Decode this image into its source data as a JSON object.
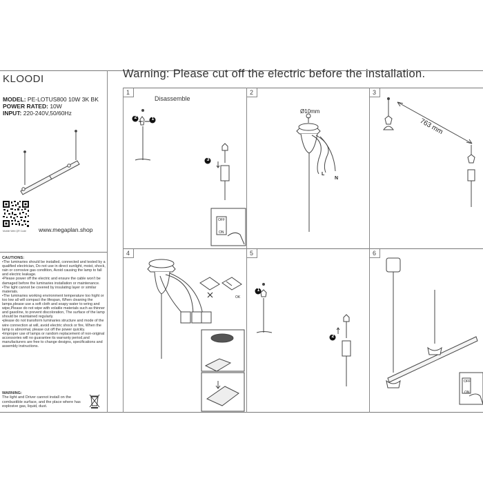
{
  "brand": "KLOODI",
  "specs": {
    "model_label": "MODEL:",
    "model_value": "PE-LOTUS800 10W 3K BK",
    "power_label": "POWER RATED:",
    "power_value": "10W",
    "input_label": "INPUT:",
    "input_value": "220-240V,50/60Hz"
  },
  "website": "www.megaplan.shop",
  "qr_caption": "Mobile Web QR Code",
  "warning": "Warning: Please cut off the electric before the installation.",
  "steps": [
    "1",
    "2",
    "3",
    "4",
    "5",
    "6"
  ],
  "step1_title": "Disassemble",
  "callouts": [
    "2",
    "1",
    "3",
    "1",
    "2"
  ],
  "step2_hole": "Ø10mm",
  "step2_wires": {
    "l": "L",
    "n": "N"
  },
  "step3_length": "763 mm",
  "switch": {
    "off": "OFF",
    "on": "ON"
  },
  "step4_ok": "OK",
  "cautions": {
    "heading": "CAUTIONS:",
    "items": [
      "•The luminaries should be installed, connected and tested by a qualified electrician, Do not use in direct sunlight, moist, shock, rain or corrosive gas condition, Avoid causing the lamp to fall and electric leakage.",
      "•Please power off the electric and ensure the cable won't be damaged before the luminaries installation or maintenance.",
      "•The light cannot be covered by insulating layer or similar materials.",
      "•The luminaries working environment temperature too hight or too low all will compact the lifespan, When cleaning the lamps,please use a soft cloth and soapy water to wring and wipe,Please do not wipe with volatile materials such as thinner and gasoline, to prevent discoloration, The surface of the lamp should be maintained regularly.",
      "•please do not transform luminaries structure and mode of the wire connection at will, avoid electric shock or fire, When the lamp is abnormal, please cut off the power quickly.",
      "•Improper use of lamps or random replacement of non-original accessories will no guarantee its warranty period,and manufacturers are free to change designs, specifications and assembly instructions."
    ]
  },
  "warning2": {
    "heading": "WARNING:",
    "text": "The light and Driver cannot install on the combustible surface, and the place where has explosive gas, liquid, dust."
  }
}
